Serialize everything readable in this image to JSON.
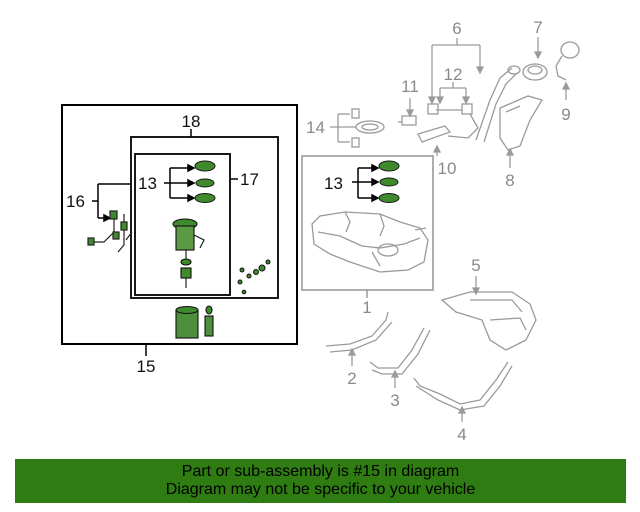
{
  "callouts": {
    "n1": "1",
    "n2": "2",
    "n3": "3",
    "n4": "4",
    "n5": "5",
    "n6": "6",
    "n7": "7",
    "n8": "8",
    "n9": "9",
    "n10": "10",
    "n11": "11",
    "n12": "12",
    "n13a": "13",
    "n13b": "13",
    "n14": "14",
    "n15": "15",
    "n16": "16",
    "n17": "17",
    "n18": "18"
  },
  "footer": {
    "line1": "Part or sub-assembly is #15 in diagram",
    "line2": "Diagram may not be specific to your vehicle"
  },
  "colors": {
    "highlight_box": "#000000",
    "dim_parts": "#9a9a9a",
    "part_green": "#3e8a2c",
    "footer_bg": "#2f7d12"
  }
}
